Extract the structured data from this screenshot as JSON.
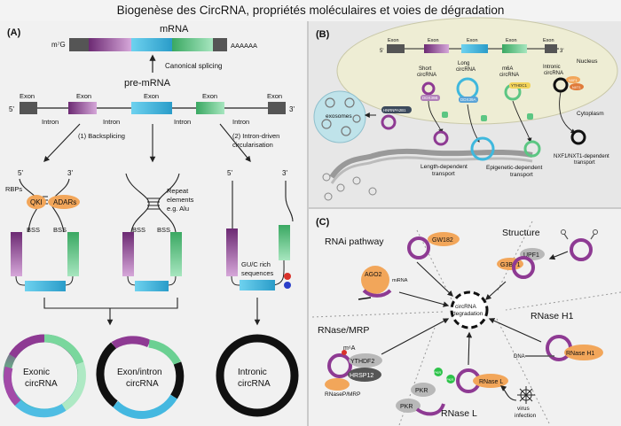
{
  "title": "Biogenèse des CircRNA, propriétés moléculaires et voies de dégradation",
  "panelA": {
    "label": "(A)",
    "mrna": {
      "label": "mRNA",
      "cap": "m⁷G",
      "polyA": "AAAAAA"
    },
    "canonical_splicing": "Canonical splicing",
    "premrna": {
      "label": "pre-mRNA",
      "exons": [
        "Exon",
        "Exon",
        "Exon",
        "Exon",
        "Exon"
      ],
      "introns": [
        "Intron",
        "Intron",
        "Intron",
        "Intron"
      ],
      "five": "5'",
      "three": "3'"
    },
    "backsplicing": "(1) Backsplicing",
    "intron_driven": [
      "(2) Intron-driven",
      "circularisation"
    ],
    "rbps": "RBPs",
    "qki": "QKI",
    "adars": "ADARs",
    "bss": "BSS",
    "repeat": [
      "Repeat",
      "elements",
      "e.g. Alu"
    ],
    "guc": [
      "GU/C rich",
      "sequences"
    ],
    "circles": [
      [
        "Exonic",
        "circRNA"
      ],
      [
        "Exon/intron",
        "circRNA"
      ],
      [
        "Intronic",
        "circRNA"
      ]
    ]
  },
  "panelB": {
    "label": "(B)",
    "exons": [
      "Exon",
      "Exon",
      "Exon",
      "Exon",
      "Exon"
    ],
    "five": "5'",
    "three": "3'",
    "nucleus": "Nucleus",
    "cytoplasm": "Cytoplasm",
    "short": [
      "Short",
      "circRNA"
    ],
    "long": [
      "Long",
      "circRNA"
    ],
    "m6a": [
      "m6A",
      "circRNA"
    ],
    "intronic": [
      "Intronic",
      "circRNA"
    ],
    "ddx39b": "DDX39B",
    "ddx39a": "DDX39A",
    "ythdc1": "YTHDC1",
    "nxf1": "NXF1",
    "nxt1": "NXT1",
    "hnrnpa2b1": "HNRNPA2B1",
    "exosomes": "exosomes",
    "nxf_transport": [
      "NXF1/NXT1-dependent",
      "transport"
    ],
    "length_transport": [
      "Length-dependent",
      "transport"
    ],
    "epigenetic_transport": [
      "Epigenetic-dependent",
      "transport"
    ]
  },
  "panelC": {
    "label": "(C)",
    "center": [
      "circRNA",
      "degradation"
    ],
    "rnai": "RNAi pathway",
    "gw182": "GW182",
    "ago2": "AGO2",
    "mirna": "miRNA",
    "structure": "Structure",
    "upf1": "UPF1",
    "g3bp1": "G3BP1",
    "rnase_mrp": "RNase/MRP",
    "m6a": "m⁶A",
    "ythdf2": "YTHDF2",
    "hrsp12": "HRSP12",
    "rnasep": "RNaseP/MRP",
    "rnase_h1": "RNase H1",
    "dna": "DNA",
    "rnase_h1_protein": "RNase H1",
    "pkr": "PKR",
    "rnase_l": "RNase L",
    "rnase_l_label": "RNase L",
    "virus": [
      "virus",
      "infection"
    ]
  },
  "colors": {
    "purple": "#8e3a93",
    "cyan": "#3fb8dd",
    "green": "#5cc683",
    "grey": "#555555",
    "orange": "#f2a65a",
    "nucleus": "#eeedd4",
    "cytoplasm": "#dcdcdc",
    "panel": "#ececec"
  }
}
